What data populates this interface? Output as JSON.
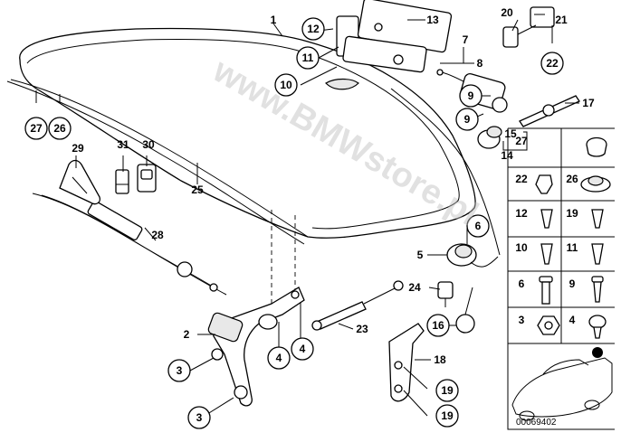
{
  "diagram": {
    "watermark": "www.BMWstore.pl",
    "image_number": "00069402",
    "part_labels": [
      "1",
      "2",
      "3",
      "3",
      "4",
      "4",
      "5",
      "6",
      "7",
      "8",
      "9",
      "9",
      "10",
      "11",
      "12",
      "13",
      "14",
      "15",
      "16",
      "17",
      "18",
      "19",
      "19",
      "20",
      "21",
      "22",
      "23",
      "24",
      "25",
      "26",
      "27",
      "28",
      "29",
      "30",
      "31"
    ],
    "fastener_grid": [
      "27",
      "22",
      "26",
      "12",
      "19",
      "10",
      "11",
      "6",
      "9",
      "3",
      "4"
    ],
    "dot_color": "#000000"
  }
}
